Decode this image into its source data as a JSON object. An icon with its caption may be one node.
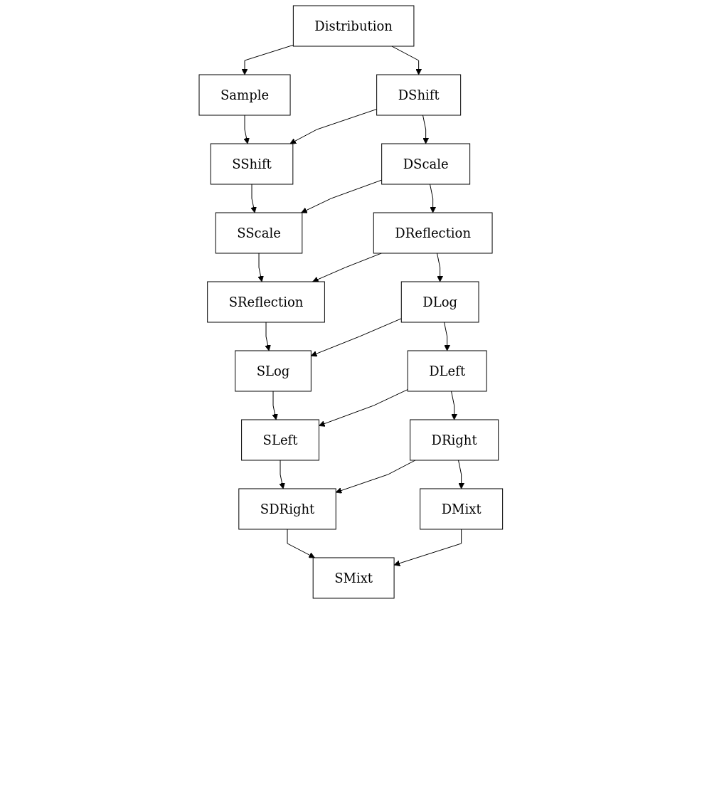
{
  "diagram": {
    "nodes": [
      {
        "text": [
          "Distribution"
        ]
      },
      {
        "text": [
          "Sample"
        ]
      },
      {
        "text": [
          "DShift"
        ]
      },
      {
        "text": [
          "SShift"
        ]
      },
      {
        "text": [
          "DScale"
        ]
      },
      {
        "text": [
          "SScale"
        ]
      },
      {
        "text": [
          "DReflection"
        ]
      },
      {
        "text": [
          "SReflection"
        ]
      },
      {
        "text": [
          "DLog"
        ]
      },
      {
        "text": [
          "SLog"
        ]
      },
      {
        "text": [
          "DLeft"
        ]
      },
      {
        "text": [
          "SLeft"
        ]
      },
      {
        "text": [
          "DRight"
        ]
      },
      {
        "text": [
          "SDRight"
        ]
      },
      {
        "text": [
          "DMixt"
        ]
      },
      {
        "text": [
          "SMixt"
        ]
      }
    ],
    "edges": [
      {
        "from": 0,
        "to": 1,
        "arrow": "to"
      },
      {
        "from": 0,
        "to": 2,
        "arrow": "to"
      },
      {
        "from": 1,
        "to": 3,
        "arrow": "to"
      },
      {
        "from": 2,
        "to": 3,
        "arrow": "to"
      },
      {
        "from": 2,
        "to": 4,
        "arrow": "to"
      },
      {
        "from": 3,
        "to": 5,
        "arrow": "to"
      },
      {
        "from": 4,
        "to": 5,
        "arrow": "to"
      },
      {
        "from": 4,
        "to": 6,
        "arrow": "to"
      },
      {
        "from": 5,
        "to": 7,
        "arrow": "to"
      },
      {
        "from": 6,
        "to": 7,
        "arrow": "to"
      },
      {
        "from": 6,
        "to": 8,
        "arrow": "to"
      },
      {
        "from": 7,
        "to": 9,
        "arrow": "to"
      },
      {
        "from": 8,
        "to": 9,
        "arrow": "to"
      },
      {
        "from": 8,
        "to": 10,
        "arrow": "to"
      },
      {
        "from": 9,
        "to": 11,
        "arrow": "to"
      },
      {
        "from": 10,
        "to": 11,
        "arrow": "to"
      },
      {
        "from": 10,
        "to": 12,
        "arrow": "to"
      },
      {
        "from": 11,
        "to": 13,
        "arrow": "to"
      },
      {
        "from": 12,
        "to": 13,
        "arrow": "to"
      },
      {
        "from": 12,
        "to": 14,
        "arrow": "to"
      },
      {
        "from": 13,
        "to": 15,
        "arrow": "to"
      },
      {
        "from": 14,
        "to": 15,
        "arrow": "to"
      }
    ]
  }
}
